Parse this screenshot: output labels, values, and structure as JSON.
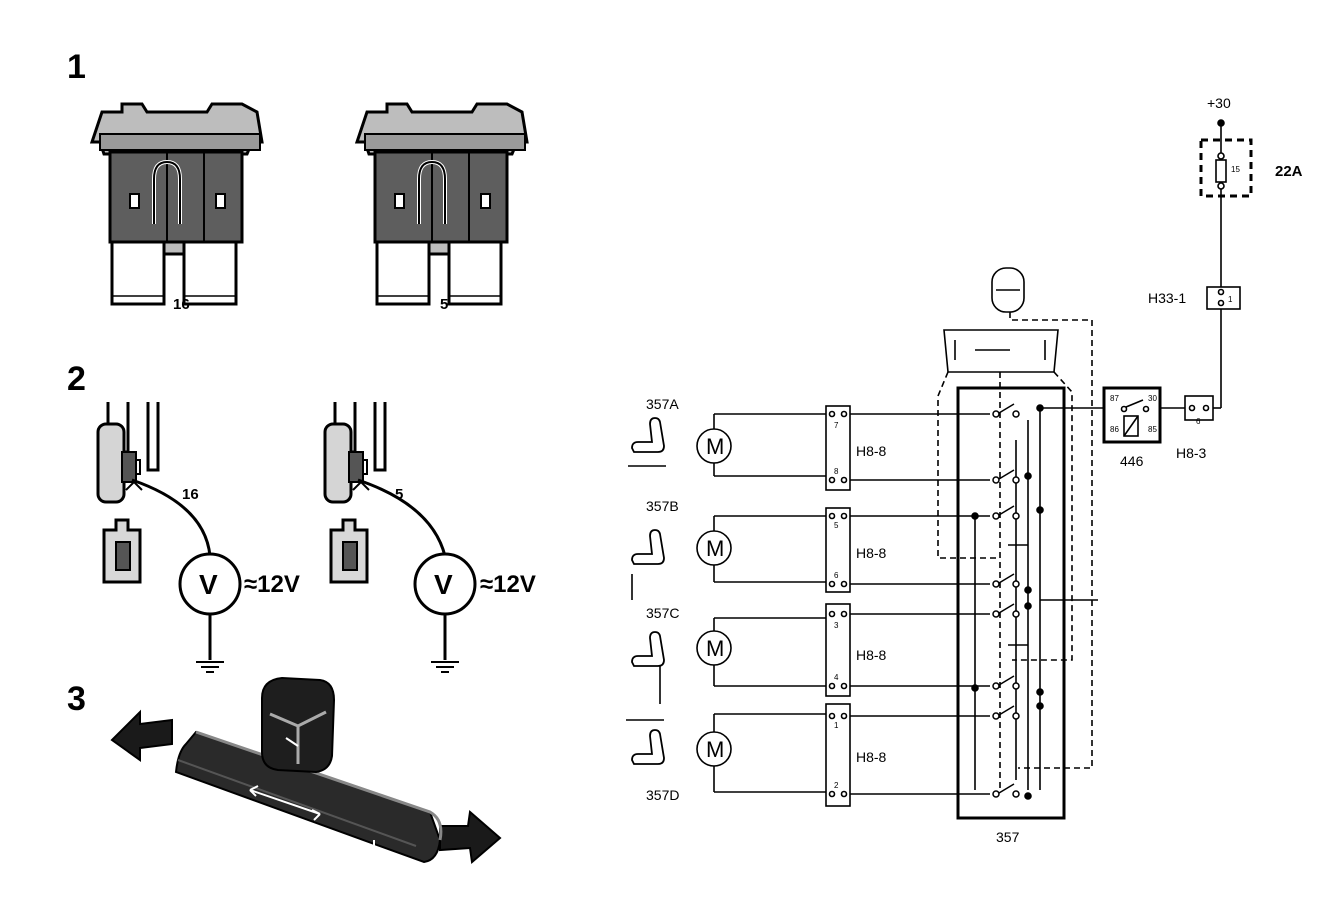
{
  "steps": {
    "step1": "1",
    "step2": "2",
    "step3": "3"
  },
  "fuses": {
    "fuse_a": "16",
    "fuse_b": "5"
  },
  "measurement": {
    "probe_a": "16",
    "probe_b": "5",
    "meter_symbol": "V",
    "reading": "≈12V"
  },
  "wiring": {
    "supply": "+30",
    "fusebox": "22A",
    "fuse_number": "15",
    "connector_h33": "H33-1",
    "connector_h33_pin": "1",
    "relay": "446",
    "relay_pins": [
      "87",
      "30",
      "86",
      "85"
    ],
    "connector_h8_3": "H8-3",
    "connector_h8_3_pin": "6",
    "switch_unit": "357",
    "motor_symbol": "M",
    "motors": [
      {
        "id": "357A",
        "connector": "H8-8",
        "pin_top": "7",
        "pin_bottom": "8"
      },
      {
        "id": "357B",
        "connector": "H8-8",
        "pin_top": "5",
        "pin_bottom": "6"
      },
      {
        "id": "357C",
        "connector": "H8-8",
        "pin_top": "3",
        "pin_bottom": "4"
      },
      {
        "id": "357D",
        "connector": "H8-8",
        "pin_top": "1",
        "pin_bottom": "2"
      }
    ]
  }
}
